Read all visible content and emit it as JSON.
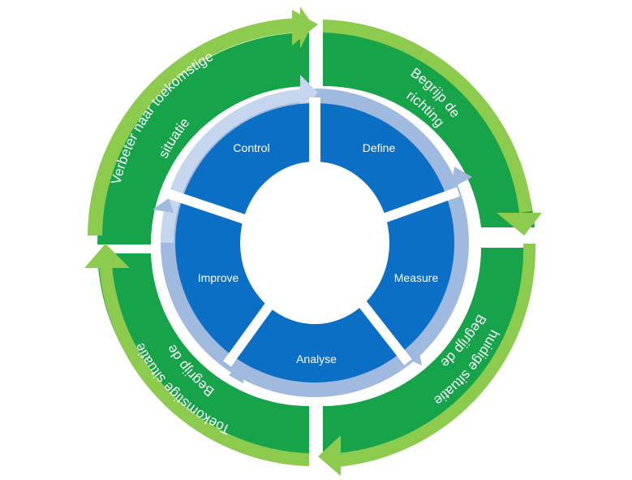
{
  "diagram": {
    "phases": [
      {
        "id": "control",
        "label": "Control"
      },
      {
        "id": "define",
        "label": "Define"
      },
      {
        "id": "measure",
        "label": "Measure"
      },
      {
        "id": "analyse",
        "label": "Analyse"
      },
      {
        "id": "improve",
        "label": "Improve"
      }
    ],
    "outer_quadrants": [
      {
        "id": "top-right",
        "lines": [
          "Begrijp de",
          "richting"
        ]
      },
      {
        "id": "bottom-right",
        "lines": [
          "Begrijp de",
          "huidige situatie"
        ]
      },
      {
        "id": "bottom-left",
        "lines": [
          "Begrijp de",
          "Toekomstige situatie"
        ]
      },
      {
        "id": "top-left",
        "lines": [
          "Verbeter naar toekomstige",
          "situatie"
        ]
      }
    ],
    "colors": {
      "outer_dark_green": "#16A34A",
      "outer_light_green": "#8CCB4E",
      "inner_blue": "#0B6FC6",
      "pale_blue_ring": "#9FB9DF",
      "pale_blue_ring_light": "#C5D6EE",
      "background": "#FFFFFF"
    }
  }
}
